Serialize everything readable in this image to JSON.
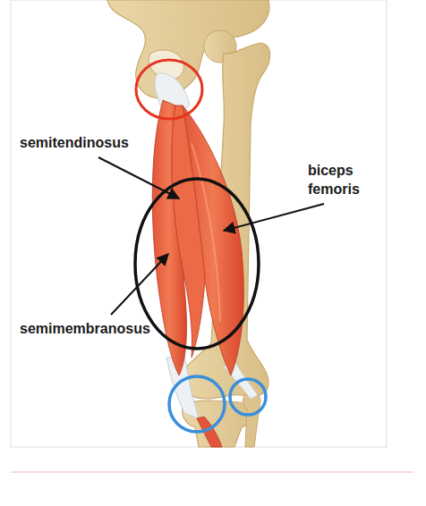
{
  "diagram": {
    "labels": [
      "semitendinosus",
      "biceps femoris",
      "semimembranosus"
    ]
  }
}
